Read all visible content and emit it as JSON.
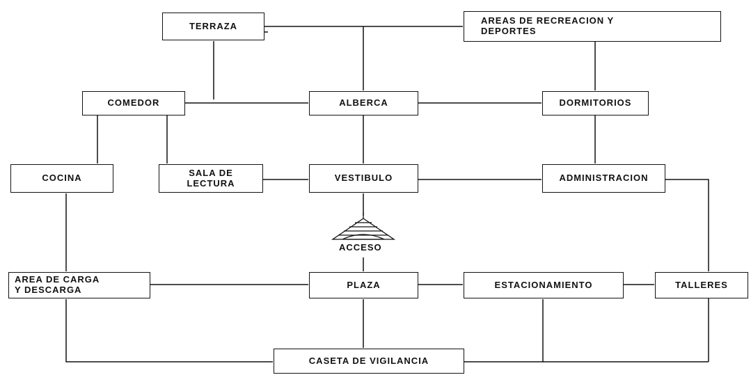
{
  "nodes": {
    "terraza": "TERRAZA",
    "recreacion": "AREAS DE RECREACION Y\nDEPORTES",
    "comedor": "COMEDOR",
    "alberca": "ALBERCA",
    "dormitorios": "DORMITORIOS",
    "cocina": "COCINA",
    "sala_lectura": "SALA DE\nLECTURA",
    "vestibulo": "VESTIBULO",
    "administracion": "ADMINISTRACION",
    "area_carga": "AREA DE CARGA\nY DESCARGA",
    "plaza": "PLAZA",
    "estacionamiento": "ESTACIONAMIENTO",
    "talleres": "TALLERES",
    "caseta": "CASETA DE VIGILANCIA"
  },
  "acceso_label": "ACCESO"
}
